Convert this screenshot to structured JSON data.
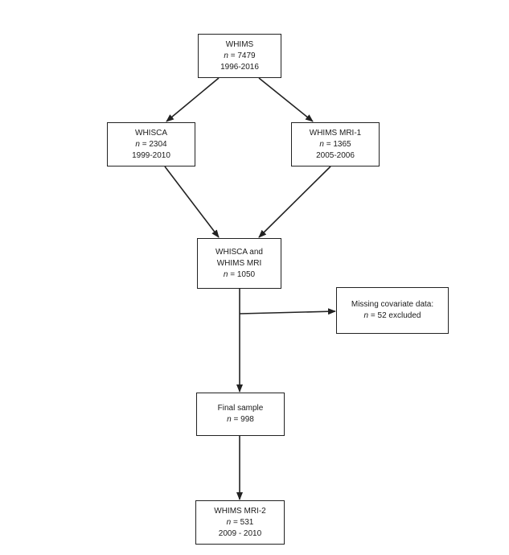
{
  "boxes": {
    "whims": {
      "line1": "WHIMS",
      "n_value": "= 7479",
      "line3": "1996-2016"
    },
    "whisca": {
      "line1": "WHISCA",
      "n_value": "= 2304",
      "line3": "1999-2010"
    },
    "whims_mri1": {
      "line1": "WHIMS MRI-1",
      "n_value": "= 1365",
      "line3": "2005-2006"
    },
    "combined": {
      "line1": "WHISCA and",
      "line2": "WHIMS MRI",
      "n_value": "= 1050"
    },
    "missing": {
      "line1": "Missing covariate data:",
      "n_value": "= 52 excluded"
    },
    "final": {
      "line1": "Final sample",
      "n_value": "= 998"
    },
    "whims_mri2": {
      "line1": "WHIMS MRI-2",
      "n_value": "= 531",
      "line3": "2009 - 2010"
    }
  },
  "n_symbol": "n",
  "colors": {
    "line": "#222222",
    "box_border": "#222222",
    "text": "#1a1a1a"
  }
}
